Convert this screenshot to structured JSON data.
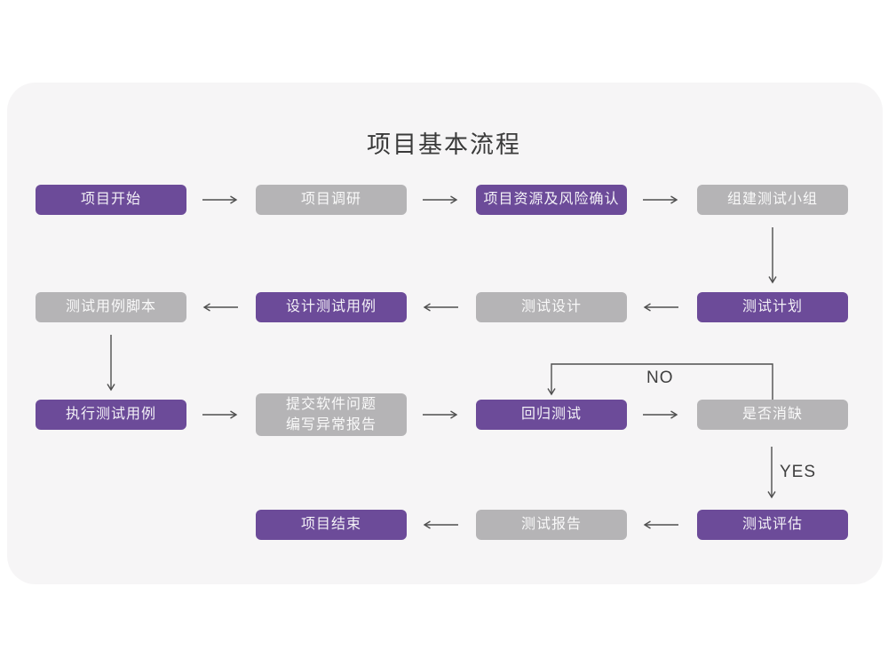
{
  "page": {
    "title": "项目基本流程"
  },
  "colors": {
    "panel_background": "#F6F5F6",
    "purple": "#6C4B99",
    "gray": "#B5B4B6",
    "arrow": "#4F4F4F"
  },
  "flow": {
    "no_label": "NO",
    "yes_label": "YES"
  },
  "chart_data": {
    "type": "flowchart",
    "title": "项目基本流程"
  },
  "nodes": [
    {
      "id": "project-start",
      "label": "项目开始",
      "color": "#6C4B99",
      "row": 1,
      "col": 1
    },
    {
      "id": "project-research",
      "label": "项目调研",
      "color": "#B5B4B6",
      "row": 1,
      "col": 2
    },
    {
      "id": "resources-risk",
      "label": "项目资源及风险确认",
      "color": "#6C4B99",
      "row": 1,
      "col": 3
    },
    {
      "id": "build-test-team",
      "label": "组建测试小组",
      "color": "#B5B4B6",
      "row": 1,
      "col": 4
    },
    {
      "id": "test-plan",
      "label": "测试计划",
      "color": "#6C4B99",
      "row": 2,
      "col": 4
    },
    {
      "id": "test-design",
      "label": "测试设计",
      "color": "#B5B4B6",
      "row": 2,
      "col": 3
    },
    {
      "id": "design-test-cases",
      "label": "设计测试用例",
      "color": "#6C4B99",
      "row": 2,
      "col": 2
    },
    {
      "id": "test-case-scripts",
      "label": "测试用例脚本",
      "color": "#B5B4B6",
      "row": 2,
      "col": 1
    },
    {
      "id": "execute-test-cases",
      "label": "执行测试用例",
      "color": "#6C4B99",
      "row": 3,
      "col": 1
    },
    {
      "id": "submit-issues-report",
      "label": "提交软件问题\n编写异常报告",
      "color": "#B5B4B6",
      "row": 3,
      "col": 2
    },
    {
      "id": "regression-test",
      "label": "回归测试",
      "color": "#6C4B99",
      "row": 3,
      "col": 3
    },
    {
      "id": "defect-resolved",
      "label": "是否消缺",
      "color": "#B5B4B6",
      "row": 3,
      "col": 4
    },
    {
      "id": "test-evaluation",
      "label": "测试评估",
      "color": "#6C4B99",
      "row": 4,
      "col": 4
    },
    {
      "id": "test-report",
      "label": "测试报告",
      "color": "#B5B4B6",
      "row": 4,
      "col": 3
    },
    {
      "id": "project-end",
      "label": "项目结束",
      "color": "#6C4B99",
      "row": 4,
      "col": 2
    }
  ],
  "edges": [
    {
      "from": "项目开始",
      "to": "项目调研"
    },
    {
      "from": "项目调研",
      "to": "项目资源及风险确认"
    },
    {
      "from": "项目资源及风险确认",
      "to": "组建测试小组"
    },
    {
      "from": "组建测试小组",
      "to": "测试计划"
    },
    {
      "from": "测试计划",
      "to": "测试设计"
    },
    {
      "from": "测试设计",
      "to": "设计测试用例"
    },
    {
      "from": "设计测试用例",
      "to": "测试用例脚本"
    },
    {
      "from": "测试用例脚本",
      "to": "执行测试用例"
    },
    {
      "from": "执行测试用例",
      "to": "提交软件问题 编写异常报告"
    },
    {
      "from": "提交软件问题 编写异常报告",
      "to": "回归测试"
    },
    {
      "from": "回归测试",
      "to": "是否消缺"
    },
    {
      "from": "是否消缺",
      "to": "回归测试",
      "label": "NO"
    },
    {
      "from": "是否消缺",
      "to": "测试评估",
      "label": "YES"
    },
    {
      "from": "测试评估",
      "to": "测试报告"
    },
    {
      "from": "测试报告",
      "to": "项目结束"
    }
  ]
}
